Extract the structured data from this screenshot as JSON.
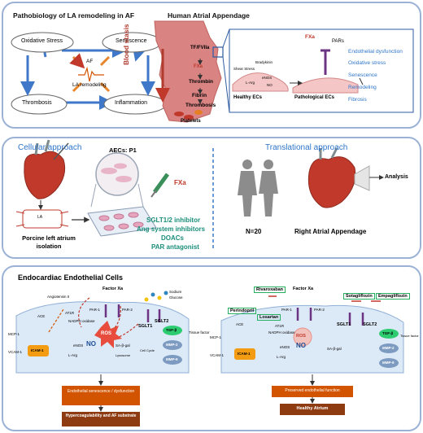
{
  "top": {
    "title": "Pathobiology of LA remodeling in AF",
    "cycle": {
      "oxidative_stress": "Oxidative Stress",
      "senescence": "Senescence",
      "thrombosis": "Thrombosis",
      "inflammation": "Inflammation",
      "af": "AF",
      "la_remodeling": "LA remodeling"
    },
    "appendage_title": "Human Atrial Appendage",
    "blood_stasis": "Blood stasis",
    "cascade": [
      "TF/FVIIa",
      "FXa",
      "Thrombin",
      "Fibrin",
      "Thrombosis",
      "Platelets"
    ],
    "inset": {
      "fxa": "FXa",
      "pars": "PARs",
      "shear_stress": "Shear Stress",
      "bradykinin": "Bradykinin",
      "enos": "eNOS",
      "larg": "L-Arg",
      "no": "NO",
      "healthy": "Healthy ECs",
      "pathological": "Pathological ECs",
      "outcomes": [
        "Endothelial dysfunction",
        "Oxidative stress",
        "Senescence",
        "Remodeling",
        "Fibrosis"
      ]
    }
  },
  "middle": {
    "cellular_title": "Cellular approach",
    "aecs": "AECs: P1",
    "porcine": "Porcine left atrium isolation",
    "la_label": "LA",
    "fxa": "FXa",
    "treatments": [
      "SGLT1/2 inhibitor",
      "Ang system inhibitors",
      "DOACs",
      "PAR antagonist"
    ],
    "translational_title": "Translational approach",
    "n": "N=20",
    "raa": "Right Atrial Appendage",
    "analysis": "Analysis"
  },
  "bottom": {
    "title": "Endocardiac Endothelial Cells",
    "left": {
      "factor_xa": "Factor Xa",
      "par1": "PAR-1",
      "par2": "PAR-2",
      "angiotensin": "Angiotensin II",
      "ace": "ACE",
      "at1r": "AT1R",
      "nadph": "NADPH oxidase",
      "ros": "ROS",
      "sglt1": "SGLT1",
      "sglt2": "SGLT2",
      "sodium": "Sodium",
      "glucose": "Glucose",
      "enos": "eNOS",
      "no": "NO",
      "larg": "L-Arg",
      "sa_bgal": "SA-β-gal",
      "lysosome": "Lysosome",
      "cell_cycle": "Cell Cycle",
      "icam1": "ICAM-1",
      "vcam1": "VCAM-1",
      "mcp1": "MCP-1",
      "tgfb": "TGF-β",
      "mmp2": "MMP-2",
      "mmp9": "MMP-9",
      "tissue_factor": "Tissue factor",
      "outcome": "Endothelial senescence / dysfunction",
      "final": "Hypercoagulability and AF substrate"
    },
    "right": {
      "rivaroxaban": "Rivaroxaban",
      "factor_xa": "Factor Xa",
      "par1": "PAR-1",
      "par2": "PAR-2",
      "perindopril": "Perindopril",
      "losartan": "Losartan",
      "at1r": "AT1R",
      "ace": "ACE",
      "nadph": "NADPH oxidase",
      "ros": "ROS",
      "sotagliflozin": "Sotagliflozin",
      "empagliflozin": "Empagliflozin",
      "sglt1": "SGLT1",
      "sglt2": "SGLT2",
      "enos": "eNOS",
      "no": "NO",
      "larg": "L-Arg",
      "sa_bgal": "SA-β-gal",
      "icam1": "ICAM-1",
      "vcam1": "VCAM-1",
      "mcp1": "MCP-1",
      "tgfb": "TGF-β",
      "mmp2": "MMP-2",
      "mmp9": "MMP-9",
      "tissue_factor": "Tissue factor",
      "outcome": "Preserved endothelial function",
      "final": "Healthy Atrium"
    }
  }
}
